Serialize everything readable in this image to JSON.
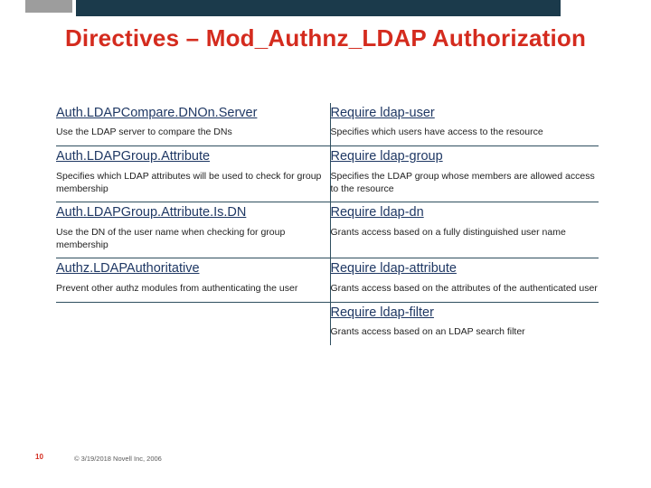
{
  "slide": {
    "title": "Directives – Mod_Authnz_LDAP Authorization",
    "accent_color": "#d42b1e",
    "header_bar_color": "#1b3a4b",
    "link_color": "#1f3864",
    "footer": {
      "page_number": "10",
      "copyright": "© 3/19/2018 Novell Inc, 2006"
    }
  },
  "table": {
    "rows": [
      {
        "left": {
          "name": "Auth.LDAPCompare.DNOn.Server",
          "desc": "Use the LDAP server to compare the DNs"
        },
        "right": {
          "name": "Require ldap-user",
          "desc": "Specifies which users have access to the resource"
        }
      },
      {
        "left": {
          "name": "Auth.LDAPGroup.Attribute",
          "desc": "Specifies which LDAP attributes will be used to check for group membership"
        },
        "right": {
          "name": "Require ldap-group",
          "desc": "Specifies the LDAP group whose members are allowed access to the resource"
        }
      },
      {
        "left": {
          "name": "Auth.LDAPGroup.Attribute.Is.DN",
          "desc": "Use the DN of the user name when checking for group membership"
        },
        "right": {
          "name": "Require ldap-dn",
          "desc": "Grants access based on a fully distinguished user name"
        }
      },
      {
        "left": {
          "name": "Authz.LDAPAuthoritative",
          "desc": "Prevent other authz modules from authenticating the user"
        },
        "right": {
          "name": "Require ldap-attribute",
          "desc": "Grants access based on the attributes of the authenticated user"
        }
      },
      {
        "left": {
          "name": "",
          "desc": ""
        },
        "right": {
          "name": "Require ldap-filter",
          "desc": "Grants access based on an LDAP search filter"
        }
      }
    ]
  }
}
